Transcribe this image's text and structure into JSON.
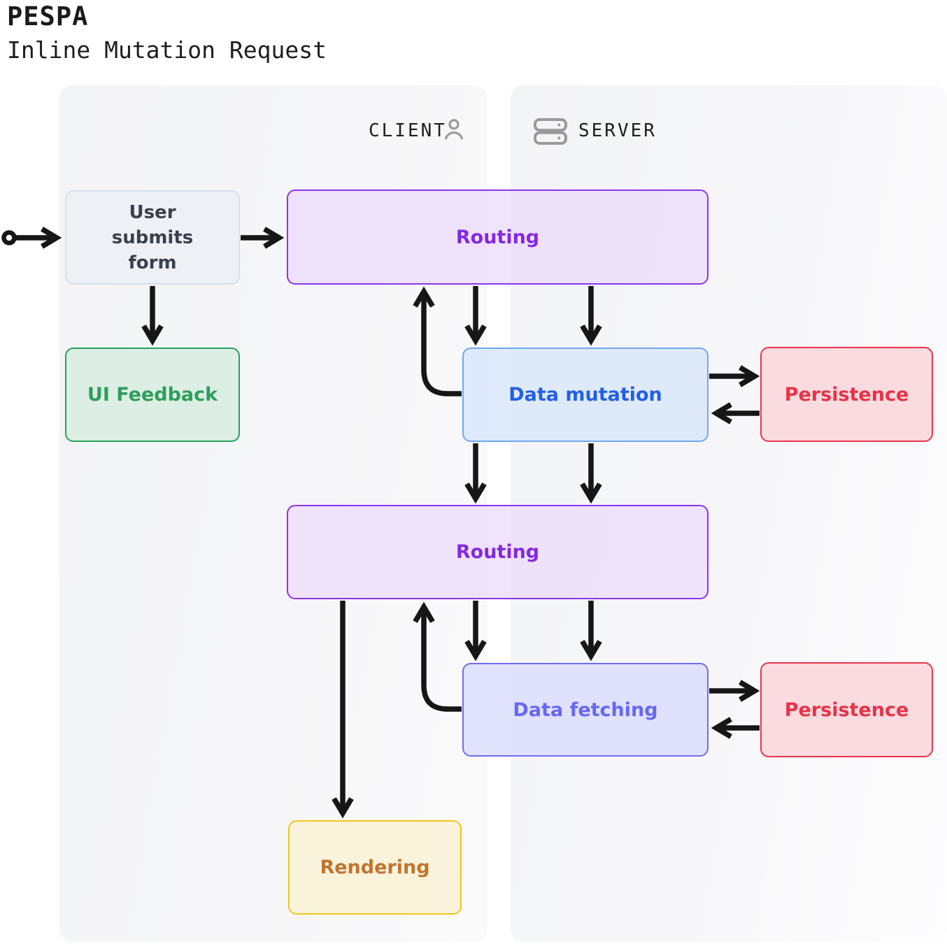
{
  "header": {
    "title": "PESPA",
    "subtitle": "Inline Mutation Request"
  },
  "lanes": {
    "client": {
      "label": "CLIENT",
      "icon": "person-icon"
    },
    "server": {
      "label": "SERVER",
      "icon": "server-icon"
    }
  },
  "nodes": {
    "start": {
      "type": "start-point"
    },
    "user_submits_form": {
      "label": "User submits form",
      "text_color": "#3a414d",
      "fill": "#edf1f6",
      "border": "#d8dfe9"
    },
    "ui_feedback": {
      "label": "UI Feedback",
      "text_color": "#2d9e5c",
      "fill": "#ddeee4",
      "border": "#25a35c"
    },
    "routing_1": {
      "label": "Routing",
      "text_color": "#8428e2",
      "fill": "#eddefb",
      "border": "#8d35e8"
    },
    "data_mutation": {
      "label": "Data mutation",
      "text_color": "#2260e4",
      "fill": "#d9e7fa",
      "border": "#70a7ef"
    },
    "persistence_1": {
      "label": "Persistence",
      "text_color": "#e73349",
      "fill": "#fadbdf",
      "border": "#e8354b"
    },
    "routing_2": {
      "label": "Routing",
      "text_color": "#8428e2",
      "fill": "#eddefb",
      "border": "#8d35e8"
    },
    "data_fetching": {
      "label": "Data fetching",
      "text_color": "#6568f2",
      "fill": "#dddefc",
      "border": "#6f6cf2"
    },
    "persistence_2": {
      "label": "Persistence",
      "text_color": "#e73349",
      "fill": "#fadbdf",
      "border": "#e8354b"
    },
    "rendering": {
      "label": "Rendering",
      "text_color": "#c2742e",
      "fill": "#faf3db",
      "border": "#f3c41b"
    }
  },
  "edges": [
    {
      "from": "start",
      "to": "user_submits_form"
    },
    {
      "from": "user_submits_form",
      "to": "routing_1"
    },
    {
      "from": "user_submits_form",
      "to": "ui_feedback"
    },
    {
      "from": "routing_1",
      "to": "data_mutation",
      "count": 2
    },
    {
      "from": "data_mutation",
      "to": "routing_1"
    },
    {
      "from": "data_mutation",
      "to": "persistence_1"
    },
    {
      "from": "persistence_1",
      "to": "data_mutation"
    },
    {
      "from": "data_mutation",
      "to": "routing_2",
      "count": 2
    },
    {
      "from": "routing_2",
      "to": "data_fetching",
      "count": 2
    },
    {
      "from": "data_fetching",
      "to": "routing_2"
    },
    {
      "from": "data_fetching",
      "to": "persistence_2"
    },
    {
      "from": "persistence_2",
      "to": "data_fetching"
    },
    {
      "from": "routing_2",
      "to": "rendering"
    }
  ],
  "arrow_color": "#161616"
}
